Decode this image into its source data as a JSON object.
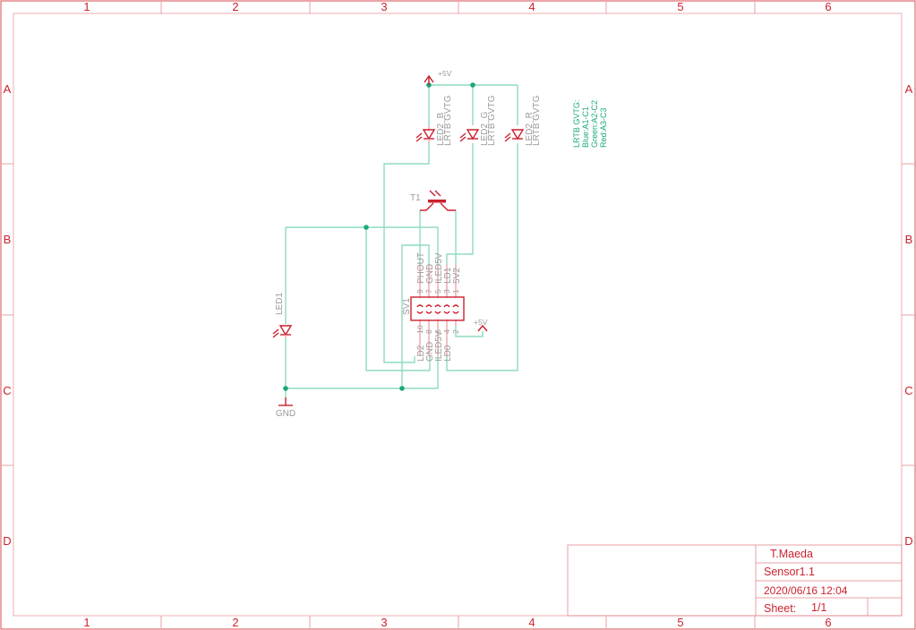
{
  "frame": {
    "columns": [
      "1",
      "2",
      "3",
      "4",
      "5",
      "6"
    ],
    "rows": [
      "A",
      "B",
      "C",
      "D"
    ]
  },
  "title_block": {
    "author": "T.Maeda",
    "title": "Sensor1.1",
    "date": "2020/06/16 12:04",
    "sheet_label": "Sheet:",
    "sheet_value": "1/1"
  },
  "power": {
    "top_supply": "+5V",
    "header_supply": "+5V",
    "ground": "GND"
  },
  "note_lines": [
    "LRTB GVTG:",
    "Blue:A1-C1",
    "Green:A2-C2",
    "Red:A3-C3"
  ],
  "leds": [
    {
      "name": "LED2_B",
      "value": "LRTB GVTG"
    },
    {
      "name": "LED2_G",
      "value": "LRTB GVTG"
    },
    {
      "name": "LED2_R",
      "value": "LRTB GVTG"
    },
    {
      "name": "LED1",
      "value": ""
    }
  ],
  "phototransistor": {
    "name": "T1"
  },
  "connector": {
    "name": "SV1",
    "top_pins": [
      {
        "num": "9",
        "signal": "PHOUT"
      },
      {
        "num": "7",
        "signal": "GND"
      },
      {
        "num": "5",
        "signal": "ILED5V"
      },
      {
        "num": "3",
        "signal": "LD1"
      },
      {
        "num": "1",
        "signal": "5V2"
      }
    ],
    "bottom_pins": [
      {
        "num": "10",
        "signal": "LD2"
      },
      {
        "num": "8",
        "signal": "GND"
      },
      {
        "num": "6",
        "signal": "ILED5V"
      },
      {
        "num": "4",
        "signal": "LD0"
      },
      {
        "num": "2",
        "signal": ""
      }
    ],
    "side_label": "1"
  }
}
